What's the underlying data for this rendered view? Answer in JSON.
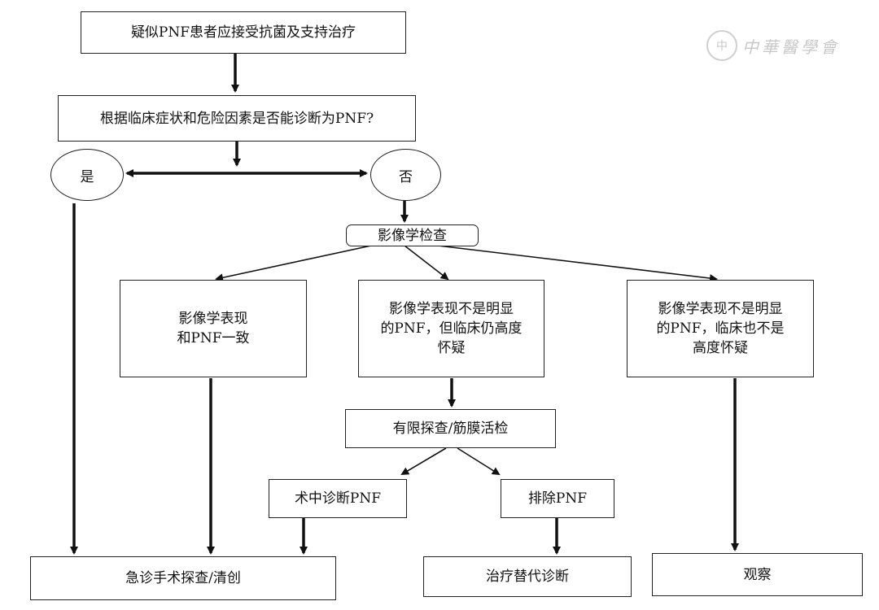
{
  "watermark": {
    "seal": "中",
    "text": "中华医学会"
  },
  "nodes": {
    "start": "疑似PNF患者应接受抗菌及支持治疗",
    "question": "根据临床症状和危险因素是否能诊断为PNF?",
    "yes": "是",
    "no": "否",
    "imaging": "影像学检查",
    "imaging_consistent": "影像学表现\n和PNF一致",
    "imaging_unclear_high_suspicion": "影像学表现不是明显\n的PNF，但临床仍高度\n怀疑",
    "imaging_unclear_low_suspicion": "影像学表现不是明显\n的PNF，临床也不是\n高度怀疑",
    "limited_exploration": "有限探查/筋膜活检",
    "intraop_diagnosis": "术中诊断PNF",
    "excluded": "排除PNF",
    "emergency_surgery": "急诊手术探查/清创",
    "alternative_diagnosis": "治疗替代诊断",
    "observe": "观察"
  }
}
